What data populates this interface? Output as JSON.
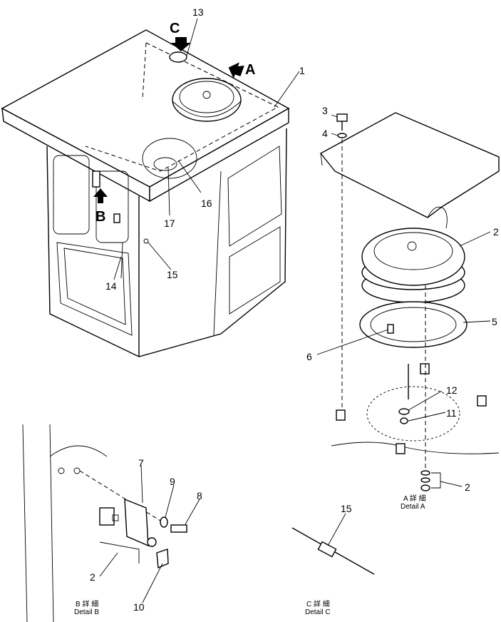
{
  "callouts": {
    "c1": "1",
    "c2a": "2",
    "c2b": "2",
    "c2c": "2",
    "c3": "3",
    "c4": "4",
    "c5": "5",
    "c6": "6",
    "c7": "7",
    "c8": "8",
    "c9": "9",
    "c10": "10",
    "c11": "11",
    "c12": "12",
    "c13": "13",
    "c14": "14",
    "c15a": "15",
    "c15b": "15",
    "c16": "16",
    "c17": "17"
  },
  "view_arrows": {
    "a": "A",
    "b": "B",
    "c": "C"
  },
  "details": {
    "a_jp": "A 詳 細",
    "a_en": "Detail A",
    "b_jp": "B 詳 細",
    "b_en": "Detail B",
    "c_jp": "C 詳 細",
    "c_en": "Detail C"
  }
}
